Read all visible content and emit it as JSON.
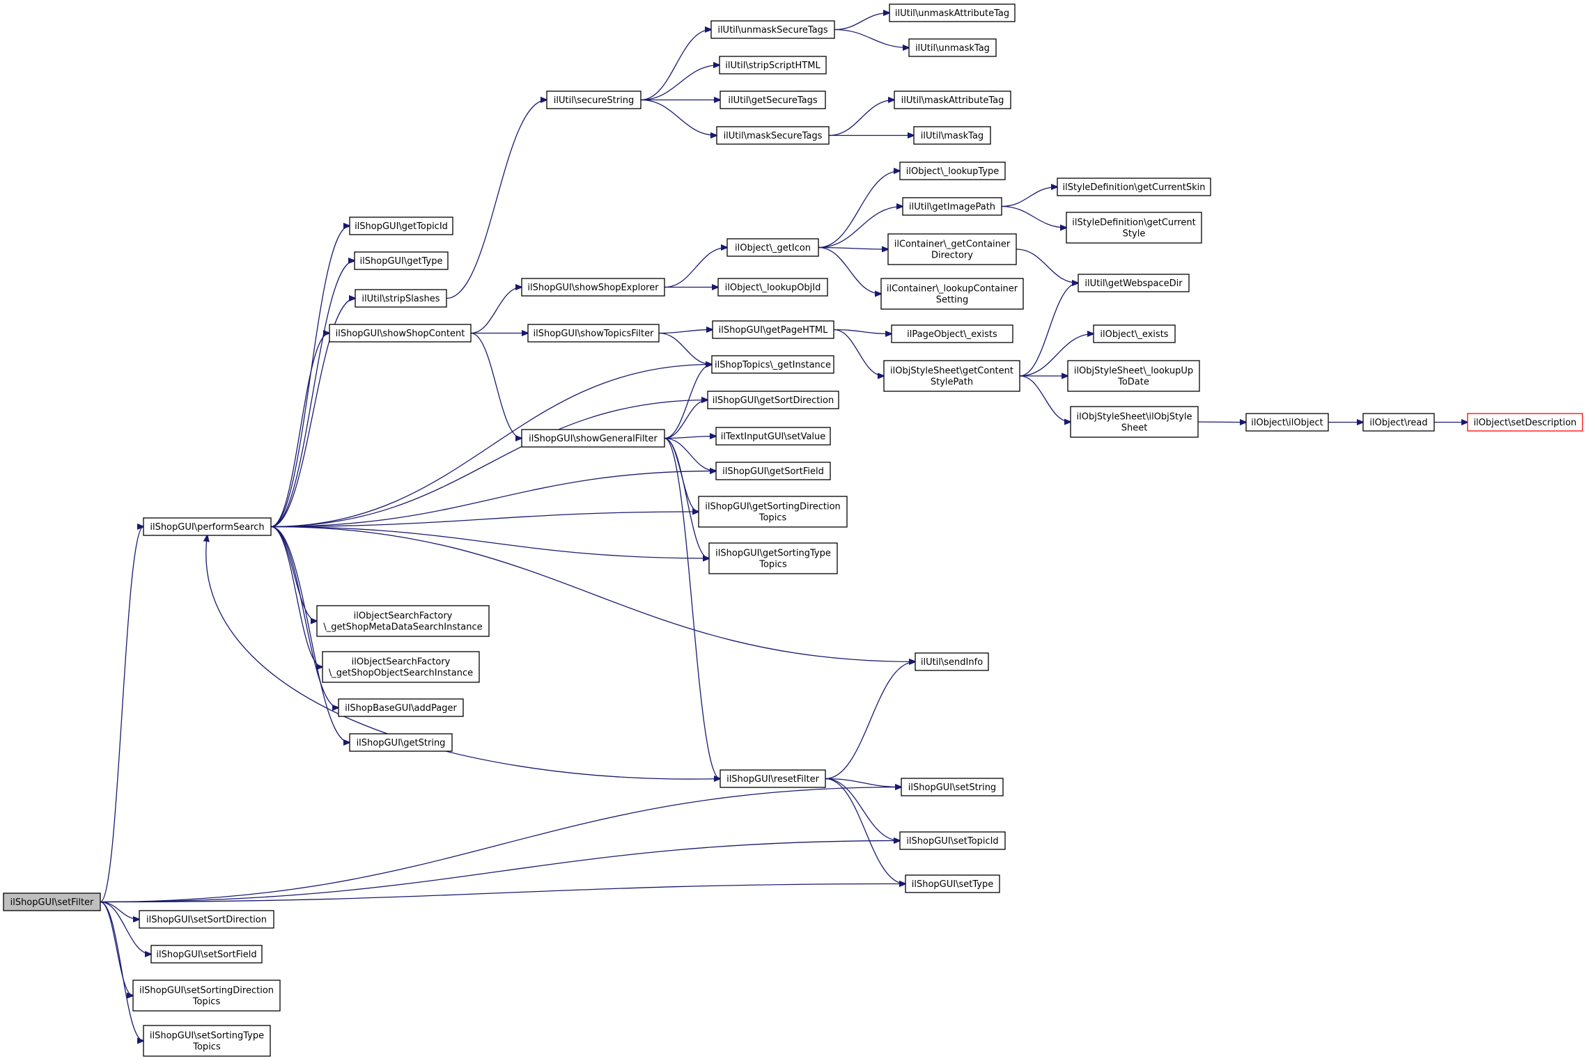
{
  "diagram": {
    "type": "call-graph",
    "nodes": [
      {
        "id": "setFilter",
        "lines": [
          "ilShopGUI\\setFilter"
        ],
        "style": "current"
      },
      {
        "id": "performSearch",
        "lines": [
          "ilShopGUI\\performSearch"
        ]
      },
      {
        "id": "setSortDirection",
        "lines": [
          "ilShopGUI\\setSortDirection"
        ]
      },
      {
        "id": "setSortField",
        "lines": [
          "ilShopGUI\\setSortField"
        ]
      },
      {
        "id": "setSortingDirectionTopics",
        "lines": [
          "ilShopGUI\\setSortingDirection",
          "Topics"
        ]
      },
      {
        "id": "setSortingTypeTopics",
        "lines": [
          "ilShopGUI\\setSortingType",
          "Topics"
        ]
      },
      {
        "id": "getTopicId",
        "lines": [
          "ilShopGUI\\getTopicId"
        ]
      },
      {
        "id": "getType",
        "lines": [
          "ilShopGUI\\getType"
        ]
      },
      {
        "id": "stripSlashes",
        "lines": [
          "ilUtil\\stripSlashes"
        ]
      },
      {
        "id": "showShopContent",
        "lines": [
          "ilShopGUI\\showShopContent"
        ]
      },
      {
        "id": "getShopMetaDataSearchInstance",
        "lines": [
          "ilObjectSearchFactory",
          "\\_getShopMetaDataSearchInstance"
        ]
      },
      {
        "id": "getShopObjectSearchInstance",
        "lines": [
          "ilObjectSearchFactory",
          "\\_getShopObjectSearchInstance"
        ]
      },
      {
        "id": "addPager",
        "lines": [
          "ilShopBaseGUI\\addPager"
        ]
      },
      {
        "id": "getString",
        "lines": [
          "ilShopGUI\\getString"
        ]
      },
      {
        "id": "secureString",
        "lines": [
          "ilUtil\\secureString"
        ]
      },
      {
        "id": "showShopExplorer",
        "lines": [
          "ilShopGUI\\showShopExplorer"
        ]
      },
      {
        "id": "showTopicsFilter",
        "lines": [
          "ilShopGUI\\showTopicsFilter"
        ]
      },
      {
        "id": "showGeneralFilter",
        "lines": [
          "ilShopGUI\\showGeneralFilter"
        ]
      },
      {
        "id": "unmaskSecureTags",
        "lines": [
          "ilUtil\\unmaskSecureTags"
        ]
      },
      {
        "id": "stripScriptHTML",
        "lines": [
          "ilUtil\\stripScriptHTML"
        ]
      },
      {
        "id": "getSecureTags",
        "lines": [
          "ilUtil\\getSecureTags"
        ]
      },
      {
        "id": "maskSecureTags",
        "lines": [
          "ilUtil\\maskSecureTags"
        ]
      },
      {
        "id": "getIcon",
        "lines": [
          "ilObject\\_getIcon"
        ]
      },
      {
        "id": "lookupObjId",
        "lines": [
          "ilObject\\_lookupObjId"
        ]
      },
      {
        "id": "getPageHTML",
        "lines": [
          "ilShopGUI\\getPageHTML"
        ]
      },
      {
        "id": "getInstance",
        "lines": [
          "ilShopTopics\\_getInstance"
        ]
      },
      {
        "id": "getSortDirection",
        "lines": [
          "ilShopGUI\\getSortDirection"
        ]
      },
      {
        "id": "setValue",
        "lines": [
          "ilTextInputGUI\\setValue"
        ]
      },
      {
        "id": "getSortField",
        "lines": [
          "ilShopGUI\\getSortField"
        ]
      },
      {
        "id": "getSortingDirectionTopics",
        "lines": [
          "ilShopGUI\\getSortingDirection",
          "Topics"
        ]
      },
      {
        "id": "getSortingTypeTopics",
        "lines": [
          "ilShopGUI\\getSortingType",
          "Topics"
        ]
      },
      {
        "id": "resetFilter",
        "lines": [
          "ilShopGUI\\resetFilter"
        ]
      },
      {
        "id": "unmaskAttributeTag",
        "lines": [
          "ilUtil\\unmaskAttributeTag"
        ]
      },
      {
        "id": "unmaskTag",
        "lines": [
          "ilUtil\\unmaskTag"
        ]
      },
      {
        "id": "maskAttributeTag",
        "lines": [
          "ilUtil\\maskAttributeTag"
        ]
      },
      {
        "id": "maskTag",
        "lines": [
          "ilUtil\\maskTag"
        ]
      },
      {
        "id": "lookupType",
        "lines": [
          "ilObject\\_lookupType"
        ]
      },
      {
        "id": "getImagePath",
        "lines": [
          "ilUtil\\getImagePath"
        ]
      },
      {
        "id": "getContainerDirectory",
        "lines": [
          "ilContainer\\_getContainer",
          "Directory"
        ]
      },
      {
        "id": "lookupContainerSetting",
        "lines": [
          "ilContainer\\_lookupContainer",
          "Setting"
        ]
      },
      {
        "id": "pageExists",
        "lines": [
          "ilPageObject\\_exists"
        ]
      },
      {
        "id": "getContentStylePath",
        "lines": [
          "ilObjStyleSheet\\getContent",
          "StylePath"
        ]
      },
      {
        "id": "sendInfo",
        "lines": [
          "ilUtil\\sendInfo"
        ]
      },
      {
        "id": "setString",
        "lines": [
          "ilShopGUI\\setString"
        ]
      },
      {
        "id": "setTopicId",
        "lines": [
          "ilShopGUI\\setTopicId"
        ]
      },
      {
        "id": "setType",
        "lines": [
          "ilShopGUI\\setType"
        ]
      },
      {
        "id": "getCurrentSkin",
        "lines": [
          "ilStyleDefinition\\getCurrentSkin"
        ]
      },
      {
        "id": "getCurrentStyle",
        "lines": [
          "ilStyleDefinition\\getCurrent",
          "Style"
        ]
      },
      {
        "id": "getWebspaceDir",
        "lines": [
          "ilUtil\\getWebspaceDir"
        ]
      },
      {
        "id": "objectExists",
        "lines": [
          "ilObject\\_exists"
        ]
      },
      {
        "id": "lookupUpToDate",
        "lines": [
          "ilObjStyleSheet\\_lookupUp",
          "ToDate"
        ]
      },
      {
        "id": "ilObjStyleSheetCtor",
        "lines": [
          "ilObjStyleSheet\\ilObjStyle",
          "Sheet"
        ]
      },
      {
        "id": "ilObjectCtor",
        "lines": [
          "ilObject\\ilObject"
        ]
      },
      {
        "id": "read",
        "lines": [
          "ilObject\\read"
        ]
      },
      {
        "id": "setDescription",
        "lines": [
          "ilObject\\setDescription"
        ],
        "style": "missing"
      }
    ],
    "edges": [
      [
        "setFilter",
        "performSearch"
      ],
      [
        "setFilter",
        "setString"
      ],
      [
        "setFilter",
        "setTopicId"
      ],
      [
        "setFilter",
        "setType"
      ],
      [
        "setFilter",
        "setSortDirection"
      ],
      [
        "setFilter",
        "setSortField"
      ],
      [
        "setFilter",
        "setSortingDirectionTopics"
      ],
      [
        "setFilter",
        "setSortingTypeTopics"
      ],
      [
        "performSearch",
        "getTopicId"
      ],
      [
        "performSearch",
        "getType"
      ],
      [
        "performSearch",
        "stripSlashes"
      ],
      [
        "performSearch",
        "showShopContent"
      ],
      [
        "performSearch",
        "getInstance"
      ],
      [
        "performSearch",
        "getSortDirection"
      ],
      [
        "performSearch",
        "getSortField"
      ],
      [
        "performSearch",
        "getSortingDirectionTopics"
      ],
      [
        "performSearch",
        "getSortingTypeTopics"
      ],
      [
        "performSearch",
        "sendInfo"
      ],
      [
        "performSearch",
        "getShopMetaDataSearchInstance"
      ],
      [
        "performSearch",
        "getShopObjectSearchInstance"
      ],
      [
        "performSearch",
        "addPager"
      ],
      [
        "performSearch",
        "getString"
      ],
      [
        "stripSlashes",
        "secureString"
      ],
      [
        "secureString",
        "unmaskSecureTags"
      ],
      [
        "secureString",
        "stripScriptHTML"
      ],
      [
        "secureString",
        "getSecureTags"
      ],
      [
        "secureString",
        "maskSecureTags"
      ],
      [
        "unmaskSecureTags",
        "unmaskAttributeTag"
      ],
      [
        "unmaskSecureTags",
        "unmaskTag"
      ],
      [
        "maskSecureTags",
        "maskAttributeTag"
      ],
      [
        "maskSecureTags",
        "maskTag"
      ],
      [
        "showShopContent",
        "showShopExplorer"
      ],
      [
        "showShopContent",
        "showTopicsFilter"
      ],
      [
        "showShopContent",
        "showGeneralFilter"
      ],
      [
        "showShopExplorer",
        "getIcon"
      ],
      [
        "showShopExplorer",
        "lookupObjId"
      ],
      [
        "getIcon",
        "lookupType"
      ],
      [
        "getIcon",
        "getImagePath"
      ],
      [
        "getIcon",
        "getContainerDirectory"
      ],
      [
        "getIcon",
        "lookupContainerSetting"
      ],
      [
        "getImagePath",
        "getCurrentSkin"
      ],
      [
        "getImagePath",
        "getCurrentStyle"
      ],
      [
        "getContainerDirectory",
        "getWebspaceDir"
      ],
      [
        "showTopicsFilter",
        "getPageHTML"
      ],
      [
        "showTopicsFilter",
        "getInstance"
      ],
      [
        "getPageHTML",
        "pageExists"
      ],
      [
        "getPageHTML",
        "getContentStylePath"
      ],
      [
        "getContentStylePath",
        "getWebspaceDir"
      ],
      [
        "getContentStylePath",
        "objectExists"
      ],
      [
        "getContentStylePath",
        "lookupUpToDate"
      ],
      [
        "getContentStylePath",
        "ilObjStyleSheetCtor"
      ],
      [
        "ilObjStyleSheetCtor",
        "ilObjectCtor"
      ],
      [
        "ilObjectCtor",
        "read"
      ],
      [
        "read",
        "setDescription"
      ],
      [
        "showGeneralFilter",
        "getInstance"
      ],
      [
        "showGeneralFilter",
        "getSortDirection"
      ],
      [
        "showGeneralFilter",
        "setValue"
      ],
      [
        "showGeneralFilter",
        "getSortField"
      ],
      [
        "showGeneralFilter",
        "getSortingDirectionTopics"
      ],
      [
        "showGeneralFilter",
        "getSortingTypeTopics"
      ],
      [
        "showGeneralFilter",
        "resetFilter"
      ],
      [
        "resetFilter",
        "performSearch"
      ],
      [
        "resetFilter",
        "sendInfo"
      ],
      [
        "resetFilter",
        "setString"
      ],
      [
        "resetFilter",
        "setTopicId"
      ],
      [
        "resetFilter",
        "setType"
      ]
    ]
  }
}
